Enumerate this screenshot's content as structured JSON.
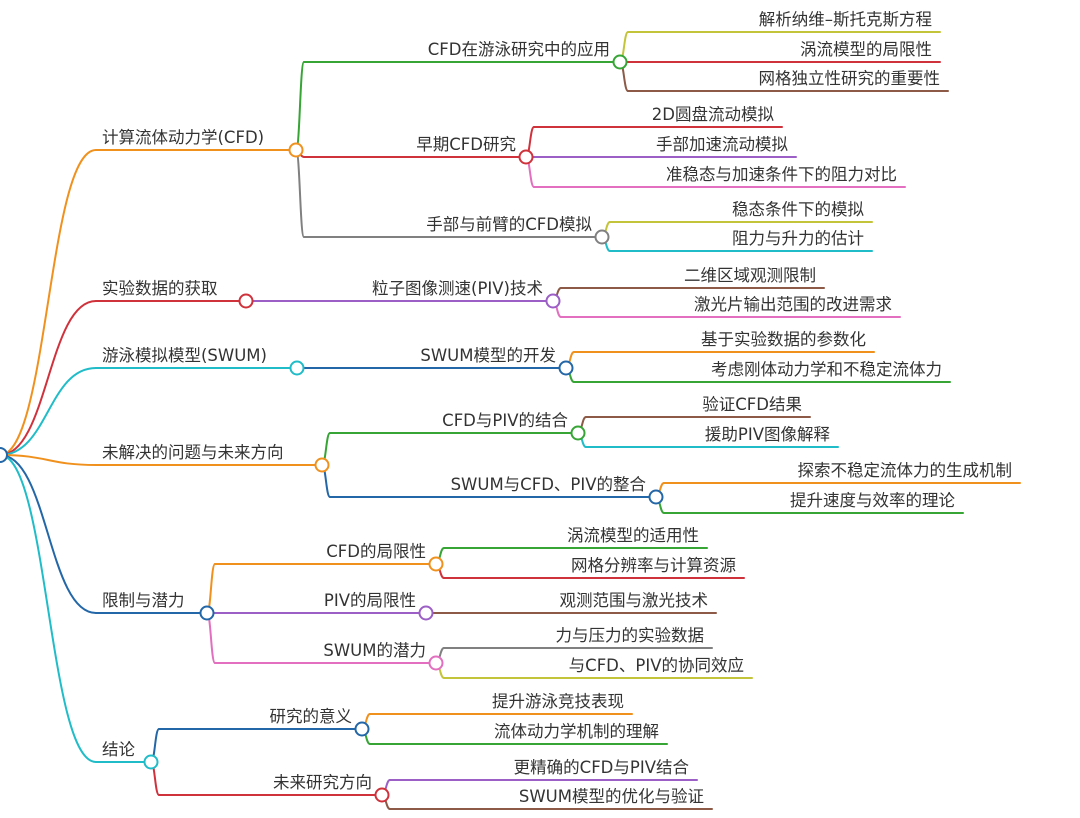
{
  "mindmap": {
    "branches": [
      {
        "label": "计算流体动力学(CFD)",
        "color": "#f0911e",
        "children": [
          {
            "label": "CFD在游泳研究中的应用",
            "color": "#36a536",
            "children": [
              {
                "label": "解析纳维–斯托克斯方程",
                "color": "#c4c43a"
              },
              {
                "label": "涡流模型的局限性",
                "color": "#d0323c"
              },
              {
                "label": "网格独立性研究的重要性",
                "color": "#8c5a46"
              }
            ]
          },
          {
            "label": "早期CFD研究",
            "color": "#d0323c",
            "children": [
              {
                "label": "2D圆盘流动模拟",
                "color": "#d0323c"
              },
              {
                "label": "手部加速流动模拟",
                "color": "#9b5fc6"
              },
              {
                "label": "准稳态与加速条件下的阻力对比",
                "color": "#e26fbf"
              }
            ]
          },
          {
            "label": "手部与前臂的CFD模拟",
            "color": "#808080",
            "children": [
              {
                "label": "稳态条件下的模拟",
                "color": "#c4c43a"
              },
              {
                "label": "阻力与升力的估计",
                "color": "#20bcc8"
              }
            ]
          }
        ]
      },
      {
        "label": "实验数据的获取",
        "color": "#d0323c",
        "children": [
          {
            "label": "粒子图像测速(PIV)技术",
            "color": "#9b5fc6",
            "children": [
              {
                "label": "二维区域观测限制",
                "color": "#8c5a46"
              },
              {
                "label": "激光片输出范围的改进需求",
                "color": "#e26fbf"
              }
            ]
          }
        ]
      },
      {
        "label": "游泳模拟模型(SWUM)",
        "color": "#20bcc8",
        "children": [
          {
            "label": "SWUM模型的开发",
            "color": "#2367a8",
            "children": [
              {
                "label": "基于实验数据的参数化",
                "color": "#f0911e"
              },
              {
                "label": "考虑刚体动力学和不稳定流体力",
                "color": "#36a536"
              }
            ]
          }
        ]
      },
      {
        "label": "未解决的问题与未来方向",
        "color": "#f0911e",
        "children": [
          {
            "label": "CFD与PIV的结合",
            "color": "#36a536",
            "children": [
              {
                "label": "验证CFD结果",
                "color": "#8c5a46"
              },
              {
                "label": "援助PIV图像解释",
                "color": "#20bcc8"
              }
            ]
          },
          {
            "label": "SWUM与CFD、PIV的整合",
            "color": "#2367a8",
            "children": [
              {
                "label": "探索不稳定流体力的生成机制",
                "color": "#f0911e"
              },
              {
                "label": "提升速度与效率的理论",
                "color": "#36a536"
              }
            ]
          }
        ]
      },
      {
        "label": "限制与潜力",
        "color": "#2367a8",
        "children": [
          {
            "label": "CFD的局限性",
            "color": "#f0911e",
            "children": [
              {
                "label": "涡流模型的适用性",
                "color": "#36a536"
              },
              {
                "label": "网格分辨率与计算资源",
                "color": "#d0323c"
              }
            ]
          },
          {
            "label": "PIV的局限性",
            "color": "#9b5fc6",
            "children": [
              {
                "label": "观测范围与激光技术",
                "color": "#8c5a46"
              }
            ]
          },
          {
            "label": "SWUM的潜力",
            "color": "#e26fbf",
            "children": [
              {
                "label": "力与压力的实验数据",
                "color": "#808080"
              },
              {
                "label": "与CFD、PIV的协同效应",
                "color": "#c4c43a"
              }
            ]
          }
        ]
      },
      {
        "label": "结论",
        "color": "#20bcc8",
        "children": [
          {
            "label": "研究的意义",
            "color": "#2367a8",
            "children": [
              {
                "label": "提升游泳竞技表现",
                "color": "#f0911e"
              },
              {
                "label": "流体动力学机制的理解",
                "color": "#36a536"
              }
            ]
          },
          {
            "label": "未来研究方向",
            "color": "#d0323c",
            "children": [
              {
                "label": "更精确的CFD与PIV结合",
                "color": "#9b5fc6"
              },
              {
                "label": "SWUM模型的优化与验证",
                "color": "#8c5a46"
              }
            ]
          }
        ]
      }
    ]
  }
}
